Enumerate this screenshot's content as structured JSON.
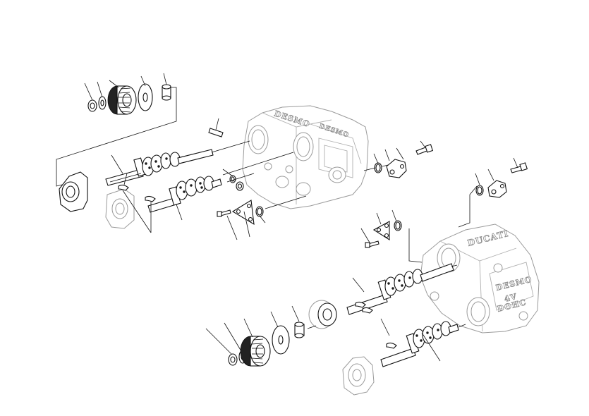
{
  "diagram": {
    "head_upper": {
      "casting_text": [
        "DESMO",
        "DESMO"
      ]
    },
    "head_lower": {
      "casting_text": [
        "DUCATI",
        "DESMO",
        "4V",
        "DOHC"
      ]
    }
  }
}
